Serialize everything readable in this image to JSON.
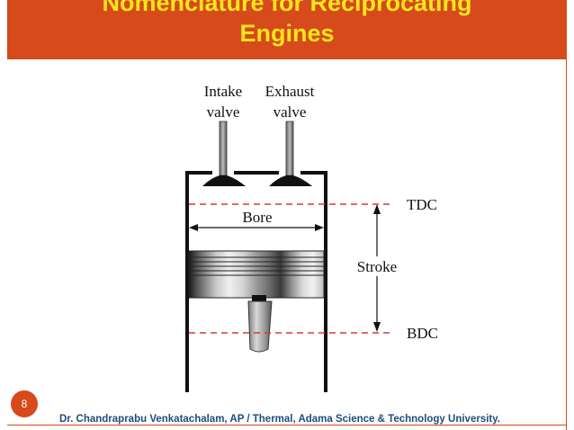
{
  "slide": {
    "title_line1": "Nomenclature for Reciprocating",
    "title_line2": "Engines",
    "page_number": "8",
    "footer": "Dr. Chandraprabu Venkatachalam, AP / Thermal, Adama Science & Technology University."
  },
  "diagram": {
    "intake_line1": "Intake",
    "intake_line2": "valve",
    "exhaust_line1": "Exhaust",
    "exhaust_line2": "valve",
    "tdc": "TDC",
    "bdc": "BDC",
    "bore": "Bore",
    "stroke": "Stroke"
  },
  "colors": {
    "title_bar": "#d64a1c",
    "title_text": "#f5e61a",
    "dashed_line": "#d43a3a",
    "footer_text": "#1f4e79"
  }
}
